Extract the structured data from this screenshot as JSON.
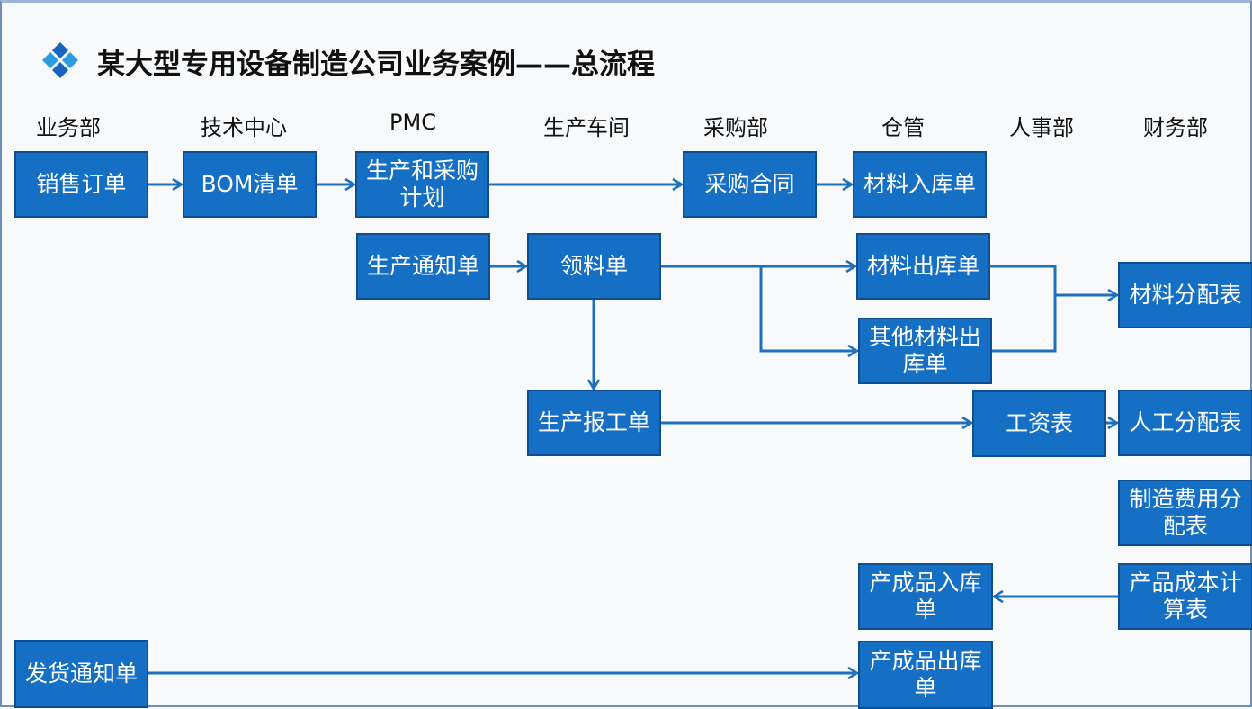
{
  "title": "某大型专用设备制造公司业务案例——总流程",
  "title_icon": "four-diamond-logo-icon",
  "colors": {
    "node_fill": "#1570c5",
    "node_border": "#0f4f8f",
    "arrow": "#1f6fbf",
    "logo_dark": "#1565c0",
    "logo_light": "#2a9de0"
  },
  "departments": [
    "业务部",
    "技术中心",
    "PMC",
    "生产车间",
    "采购部",
    "仓管",
    "人事部",
    "财务部"
  ],
  "nodes": {
    "sales_order": "销售订单",
    "bom_list": "BOM清单",
    "prod_purchase_plan": "生产和采购计划",
    "purchase_contract": "采购合同",
    "material_in": "材料入库单",
    "prod_notice": "生产通知单",
    "material_requisition": "领料单",
    "material_out": "材料出库单",
    "other_material_out": "其他材料出库单",
    "material_alloc": "材料分配表",
    "work_report": "生产报工单",
    "payroll": "工资表",
    "labor_alloc": "人工分配表",
    "overhead_alloc": "制造费用分配表",
    "finished_in": "产成品入库单",
    "cost_calc": "产品成本计算表",
    "delivery_notice": "发货通知单",
    "finished_out": "产成品出库单"
  },
  "edges": [
    {
      "from": "销售订单",
      "to": "BOM清单"
    },
    {
      "from": "BOM清单",
      "to": "生产和采购计划"
    },
    {
      "from": "生产和采购计划",
      "to": "采购合同"
    },
    {
      "from": "采购合同",
      "to": "材料入库单"
    },
    {
      "from": "生产通知单",
      "to": "领料单"
    },
    {
      "from": "领料单",
      "to": "材料出库单"
    },
    {
      "from": "领料单",
      "to": "其他材料出库单"
    },
    {
      "from": "领料单",
      "to": "生产报工单"
    },
    {
      "from": "材料出库单",
      "to": "材料分配表"
    },
    {
      "from": "其他材料出库单",
      "to": "材料分配表"
    },
    {
      "from": "生产报工单",
      "to": "工资表"
    },
    {
      "from": "工资表",
      "to": "人工分配表"
    },
    {
      "from": "产品成本计算表",
      "to": "产成品入库单"
    },
    {
      "from": "发货通知单",
      "to": "产成品出库单"
    }
  ]
}
